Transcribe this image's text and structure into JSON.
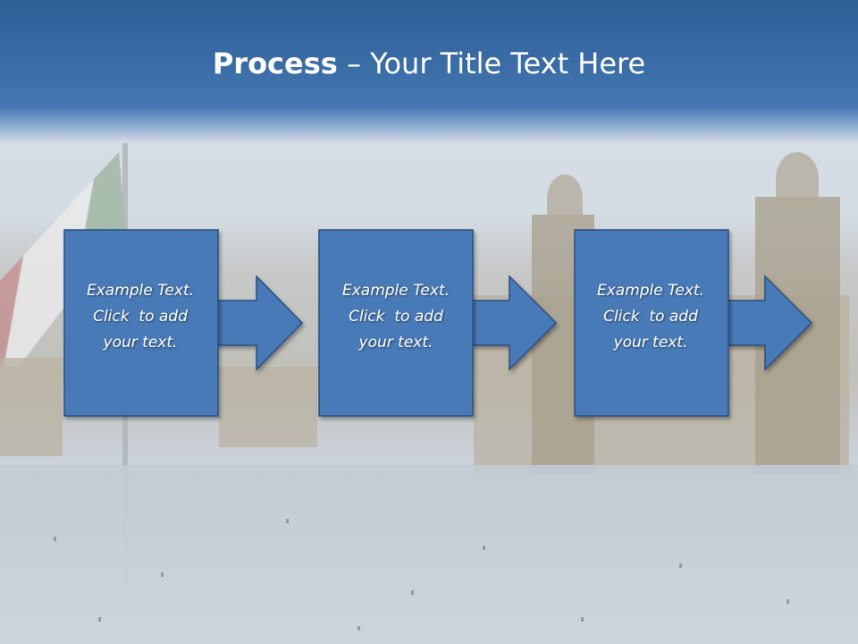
{
  "slide": {
    "title_bold": "Process",
    "title_rest": " – Your Title Text Here"
  },
  "steps": [
    {
      "line1": "Example Text.",
      "line2": "Click  to add",
      "line3": "your text."
    },
    {
      "line1": "Example Text.",
      "line2": "Click  to add",
      "line3": "your text."
    },
    {
      "line1": "Example Text.",
      "line2": "Click  to add",
      "line3": "your text."
    }
  ],
  "colors": {
    "title_bar": "#3a6ca6",
    "box_fill": "#4a7ab8",
    "box_stroke": "#2c4f80",
    "text": "#ffffff"
  }
}
